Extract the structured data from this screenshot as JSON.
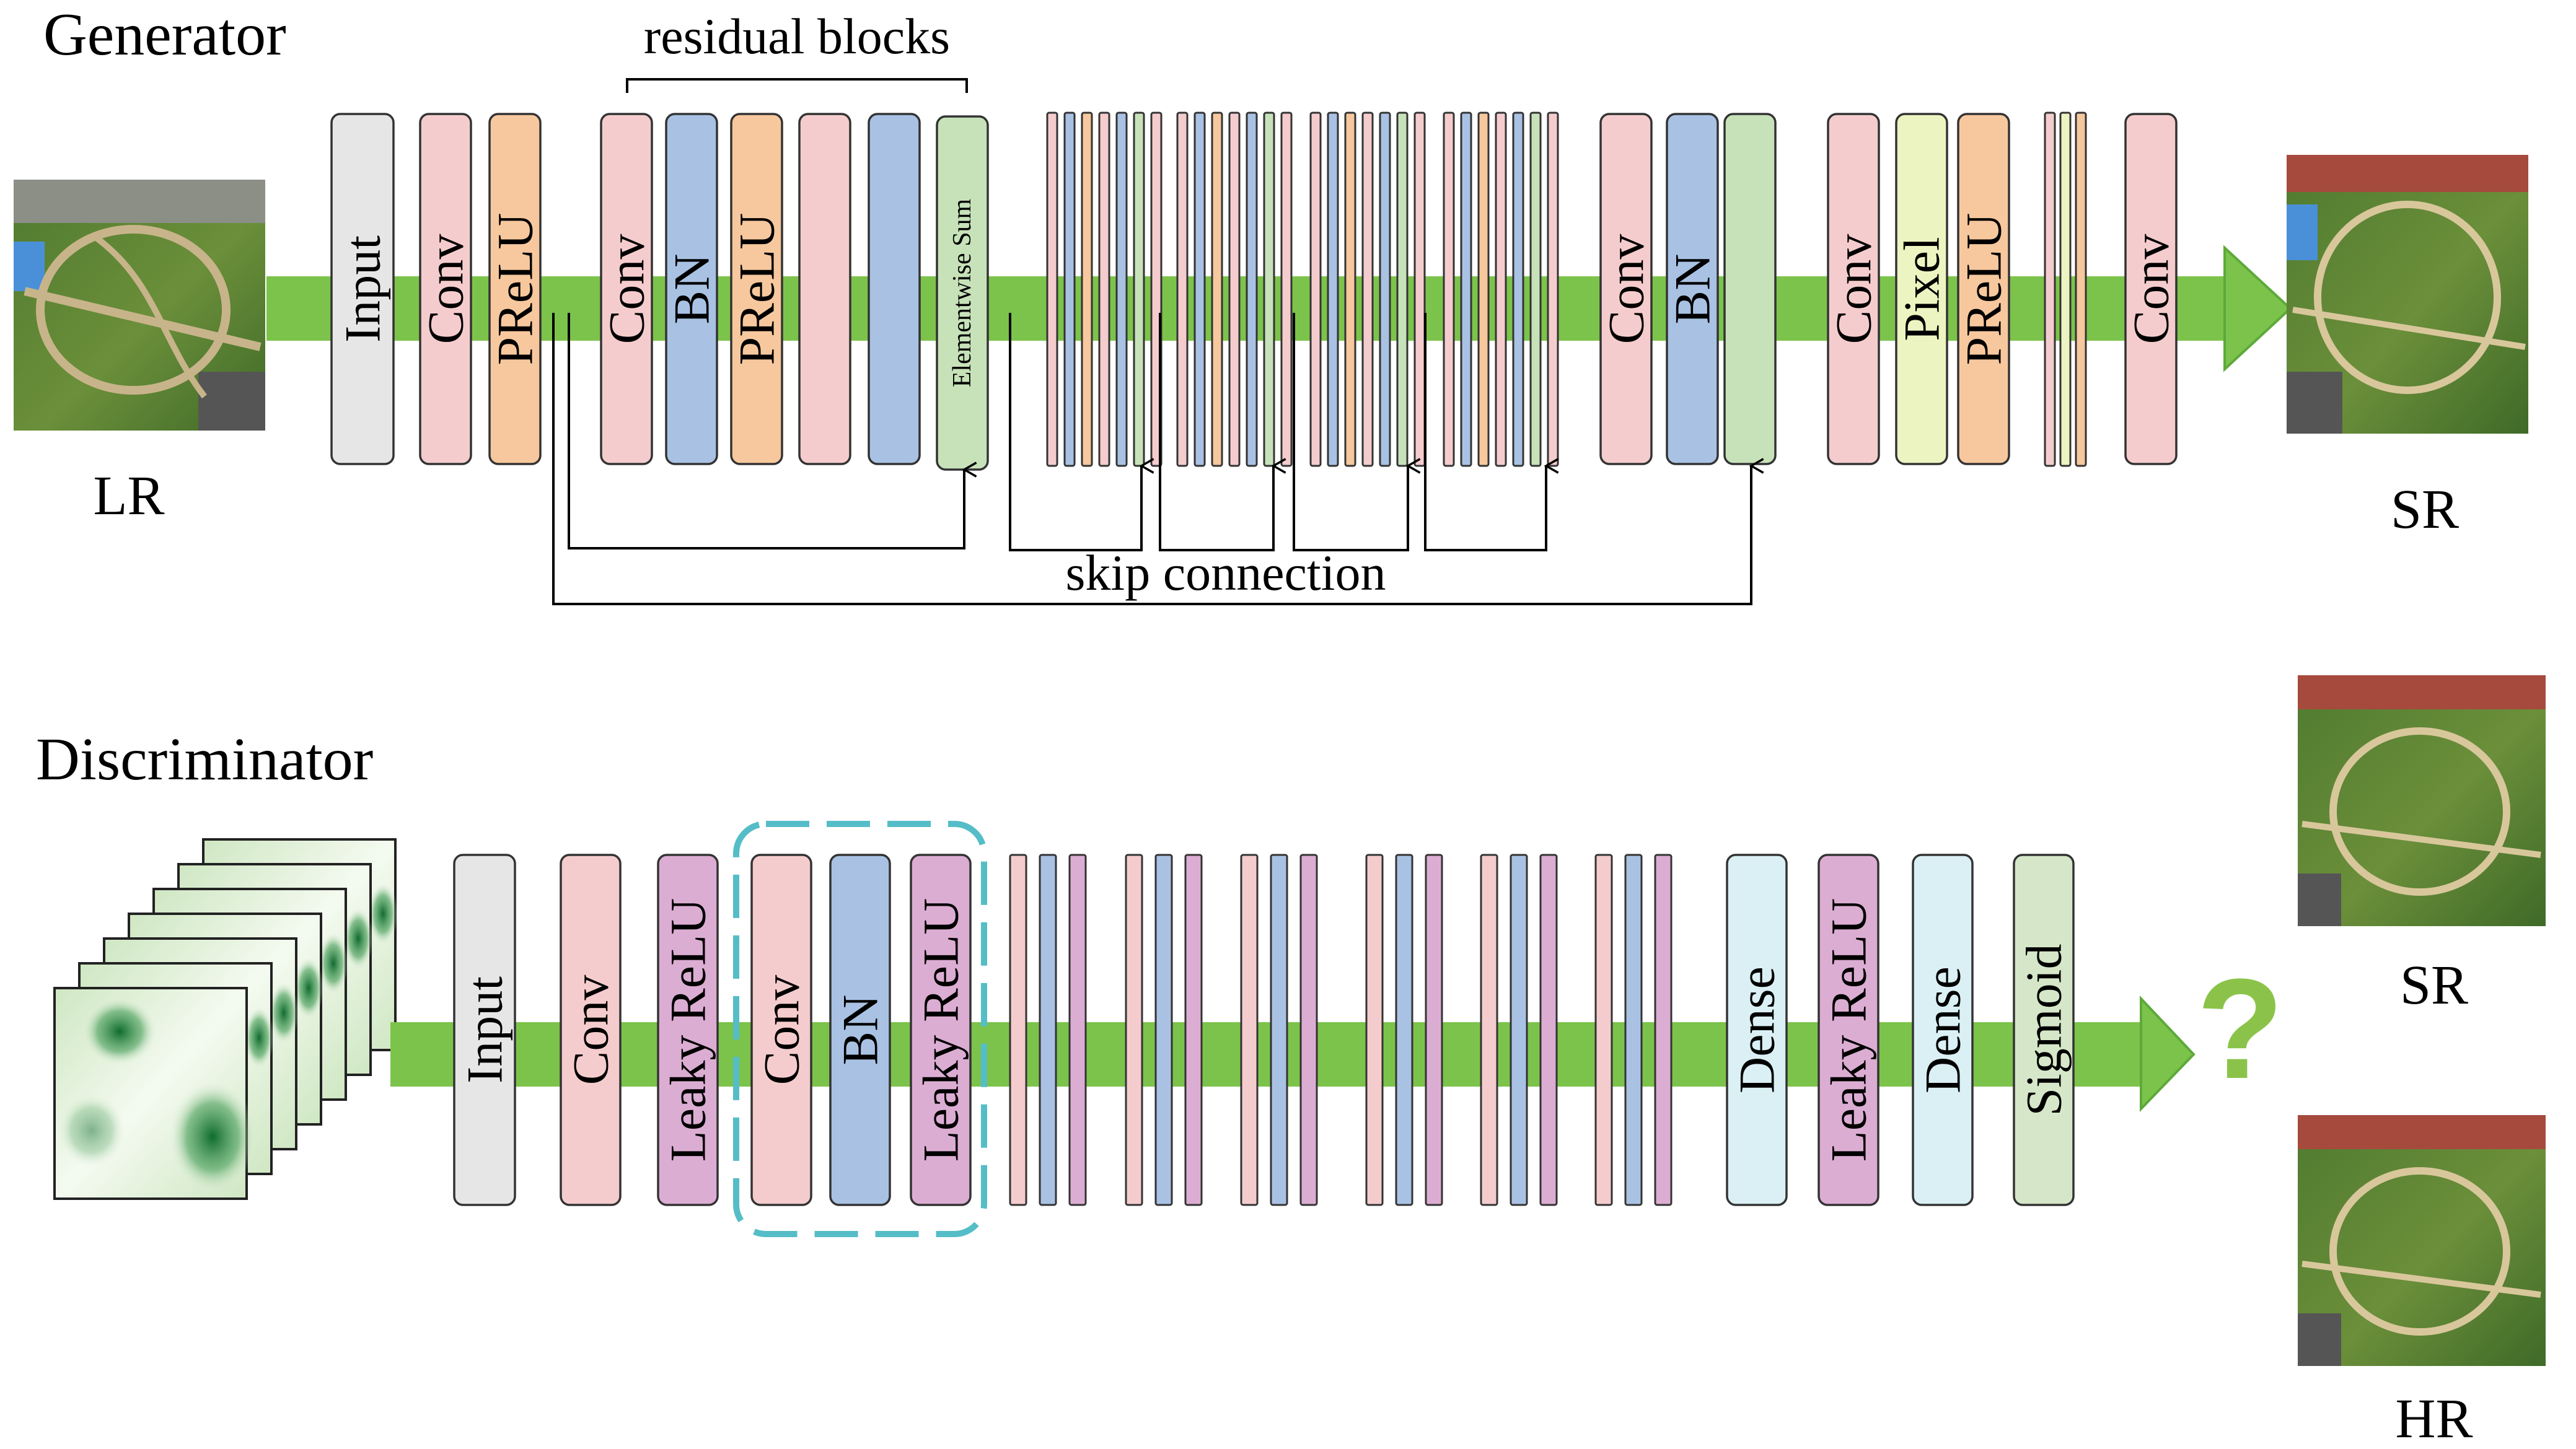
{
  "colors": {
    "input": "#e6e6e6",
    "conv": "#f5cccd",
    "prelu": "#f7c89e",
    "bn": "#a9c2e4",
    "sum": "#c7e2b9",
    "pixel": "#ecf5c1",
    "leaky": "#dcadd2",
    "dense": "#daf0f4",
    "sigmoid": "#d5e7c8",
    "flow": "#7cc34b",
    "dash": "#55bdc7",
    "question": "#8bc34a",
    "stroke": "#333333",
    "map_dark": "#1f7a3a",
    "map_light": "#e8f3e0"
  },
  "generator": {
    "title": "Generator",
    "residual_label": "residual blocks",
    "skip_label": "skip connection",
    "lr_label": "LR",
    "sr_label": "SR",
    "blocks": [
      {
        "label": "Input",
        "color": "input"
      },
      {
        "label": "Conv",
        "color": "conv"
      },
      {
        "label": "PReLU",
        "color": "prelu"
      },
      {
        "label": "Conv",
        "color": "conv"
      },
      {
        "label": "BN",
        "color": "bn"
      },
      {
        "label": "PReLU",
        "color": "prelu"
      },
      {
        "label": "",
        "color": "conv"
      },
      {
        "label": "",
        "color": "bn"
      },
      {
        "label": "Elementwise Sum",
        "color": "sum",
        "small": true
      },
      {
        "label": "Conv",
        "color": "conv"
      },
      {
        "label": "BN",
        "color": "bn"
      },
      {
        "label": "",
        "color": "sum"
      },
      {
        "label": "Conv",
        "color": "conv"
      },
      {
        "label": "Pixel",
        "color": "pixel"
      },
      {
        "label": "PReLU",
        "color": "prelu"
      },
      {
        "label": "Conv",
        "color": "conv"
      }
    ]
  },
  "discriminator": {
    "title": "Discriminator",
    "sr_label": "SR",
    "hr_label": "HR",
    "question": "?",
    "blocks": [
      {
        "label": "Input",
        "color": "input"
      },
      {
        "label": "Conv",
        "color": "conv"
      },
      {
        "label": "Leaky ReLU",
        "color": "leaky"
      },
      {
        "label": "Conv",
        "color": "conv"
      },
      {
        "label": "BN",
        "color": "bn"
      },
      {
        "label": "Leaky ReLU",
        "color": "leaky"
      },
      {
        "label": "Dense",
        "color": "dense"
      },
      {
        "label": "Leaky ReLU",
        "color": "leaky"
      },
      {
        "label": "Dense",
        "color": "dense"
      },
      {
        "label": "Sigmoid",
        "color": "sigmoid"
      }
    ]
  }
}
